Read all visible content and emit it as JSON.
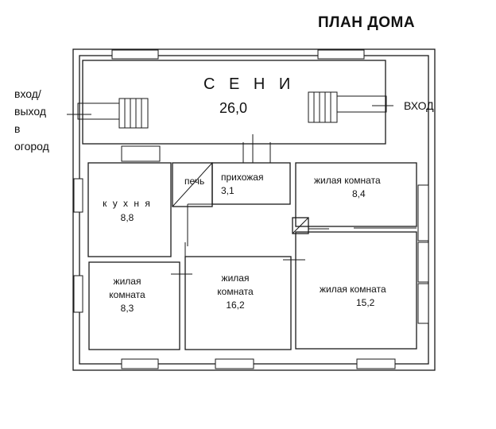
{
  "title": "ПЛАН ДОМА",
  "rooms": {
    "seni": {
      "name": "С Е Н И",
      "area": "26,0"
    },
    "kitchen": {
      "name": "к у х н я",
      "area": "8,8"
    },
    "stove": {
      "name": "печь"
    },
    "hall": {
      "name": "прихожая",
      "area": "3,1"
    },
    "living_a": {
      "name": "жилая комната",
      "area": "8,4"
    },
    "living_b": {
      "name1": "жилая",
      "name2": "комната",
      "area": "8,3"
    },
    "living_c": {
      "name1": "жилая",
      "name2": "комната",
      "area": "16,2"
    },
    "living_d": {
      "name": "жилая комната",
      "area": "15,2"
    }
  },
  "labels": {
    "entrance_left": [
      "вход/",
      "выход",
      "в",
      "огород"
    ],
    "entrance_right": "ВХОД"
  }
}
